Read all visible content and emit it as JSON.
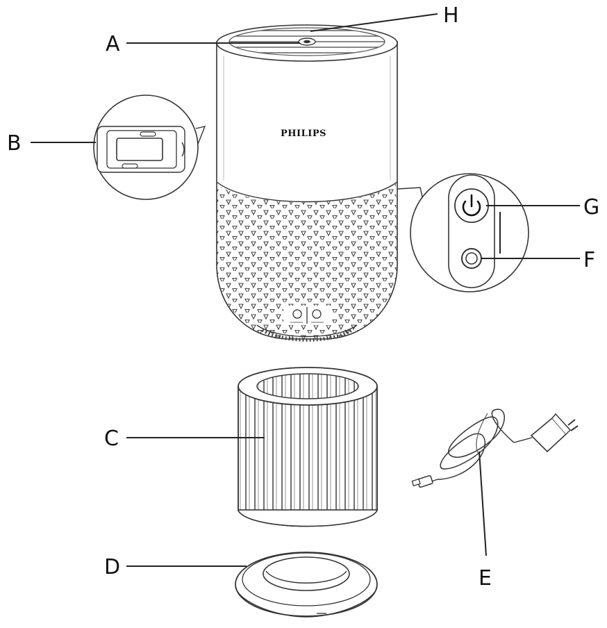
{
  "brand": "PHILIPS",
  "labels": {
    "A": "A",
    "B": "B",
    "C": "C",
    "D": "D",
    "E": "E",
    "F": "F",
    "G": "G",
    "H": "H"
  },
  "icons": {
    "power_button": "power-icon",
    "secondary_button": "circle-button-icon"
  }
}
